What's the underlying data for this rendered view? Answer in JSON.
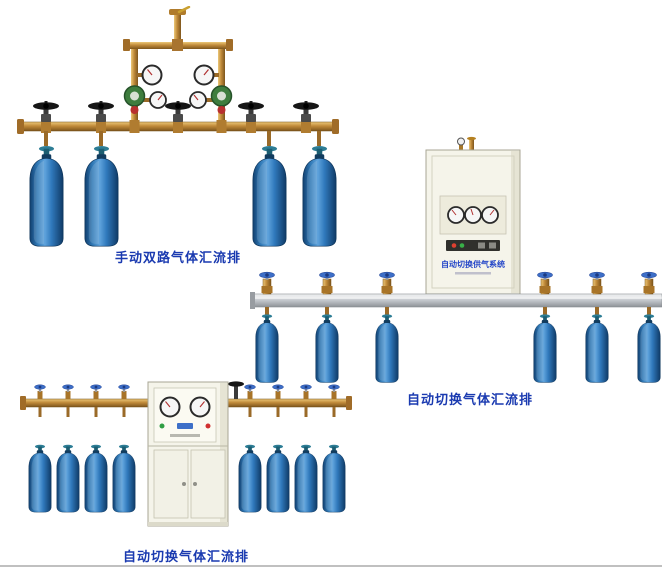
{
  "page": {
    "background_color": "#ffffff",
    "divider_color": "#c0c0c0"
  },
  "colors": {
    "caption_text": "#1a3ab0",
    "cylinder_blue": "#2e77b4",
    "brass_pipe": "#c08a3a",
    "aluminum_pipe": "#c2c6cb",
    "cabinet_body": "#f5f4ea",
    "valve_handwheel_blue": "#3d6fc8",
    "regulator_green": "#3e7d3e"
  },
  "products": [
    {
      "name": "manual-dual-gas-manifold",
      "caption": "手动双路气体汇流排",
      "cylinder_count": 4
    },
    {
      "name": "auto-switch-gas-manifold-wall-cabinet",
      "caption": "自动切换气体汇流排",
      "cabinet_label": "自动切换供气系统",
      "cylinder_count": 6
    },
    {
      "name": "auto-switch-gas-manifold-floor-cabinet",
      "caption": "自动切换气体汇流排",
      "cylinder_count": 8
    }
  ]
}
